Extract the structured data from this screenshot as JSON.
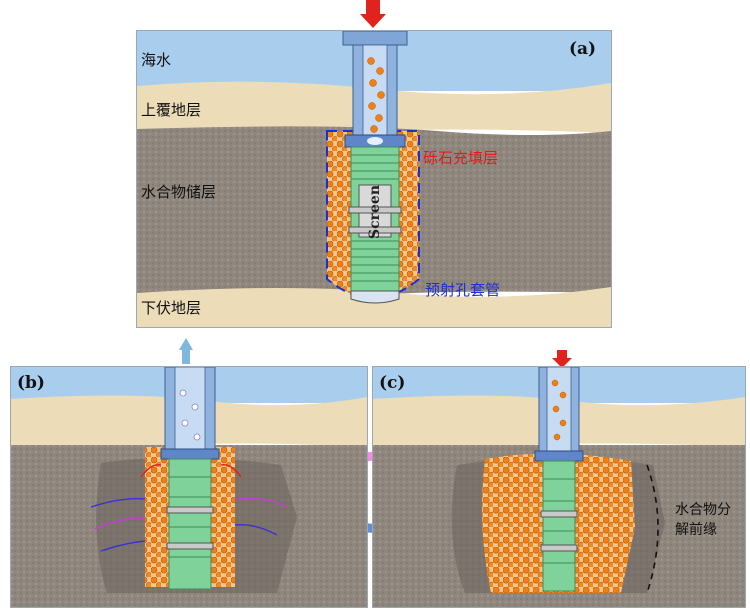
{
  "panel_a": {
    "tag": "(a)",
    "layers": {
      "seawater": "海水",
      "overburden": "上覆地层",
      "hydrate_reservoir": "水合物储层",
      "underburden": "下伏地层"
    },
    "gravel_pack": "砾石充填层",
    "screen": "Screen",
    "perforated_casing": "预射孔套管"
  },
  "panel_b": {
    "tag": "(b)"
  },
  "panel_c": {
    "tag": "(c)",
    "front_line1": "水合物分",
    "front_line2": "解前缘"
  },
  "colors": {
    "seawater": "#a9cdec",
    "sand": "#ecdcb8",
    "reservoir": "#8f867d",
    "screen": "#7fd29a",
    "gravel": "#f07f18",
    "arrow_red": "#e0231c",
    "arrow_blue": "#7fb8dc",
    "casing_blue": "#1a2fd6",
    "curve_pink": "#f08ce6",
    "curve_blue": "#5b8fd8"
  }
}
